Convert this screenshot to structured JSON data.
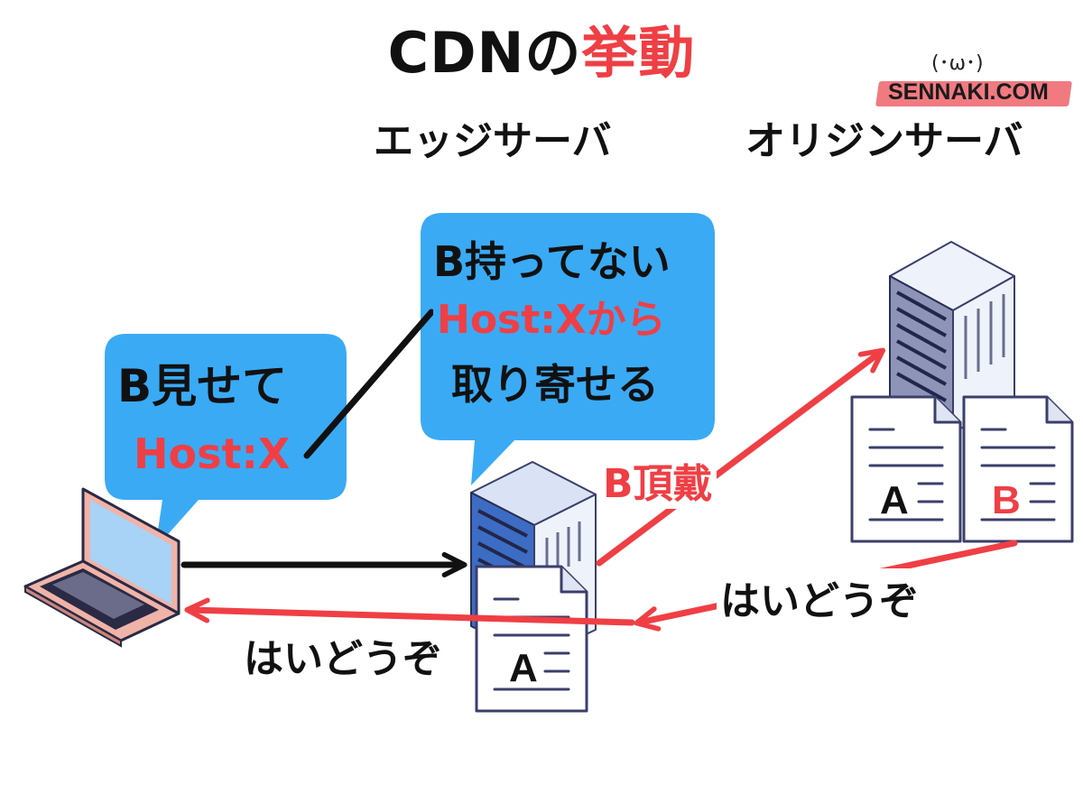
{
  "header": {
    "title_prefix": "CDNの",
    "title_highlight": "挙動",
    "brand": "SENNAKI.COM",
    "brand_face": "(･ω･)"
  },
  "columns": {
    "edge": "エッジサーバ",
    "origin": "オリジンサーバ"
  },
  "client_bubble": {
    "line1": "B見せて",
    "line2": "Host:X"
  },
  "edge_bubble": {
    "line1": "B持ってない",
    "line2": "Host:Xから",
    "line3": "取り寄せる"
  },
  "arrows": {
    "fetch_label": "B頂戴",
    "origin_reply": "はいどうぞ",
    "edge_reply": "はいどうぞ"
  },
  "documents": {
    "edge_doc": "A",
    "origin_doc_a": "A",
    "origin_doc_b": "B"
  },
  "colors": {
    "bubble": "#3aaaf5",
    "accent_red": "#ef3f45",
    "arrow_black": "#111111",
    "server_body": "#e8ecf6",
    "laptop_body": "#f0b3a8"
  }
}
